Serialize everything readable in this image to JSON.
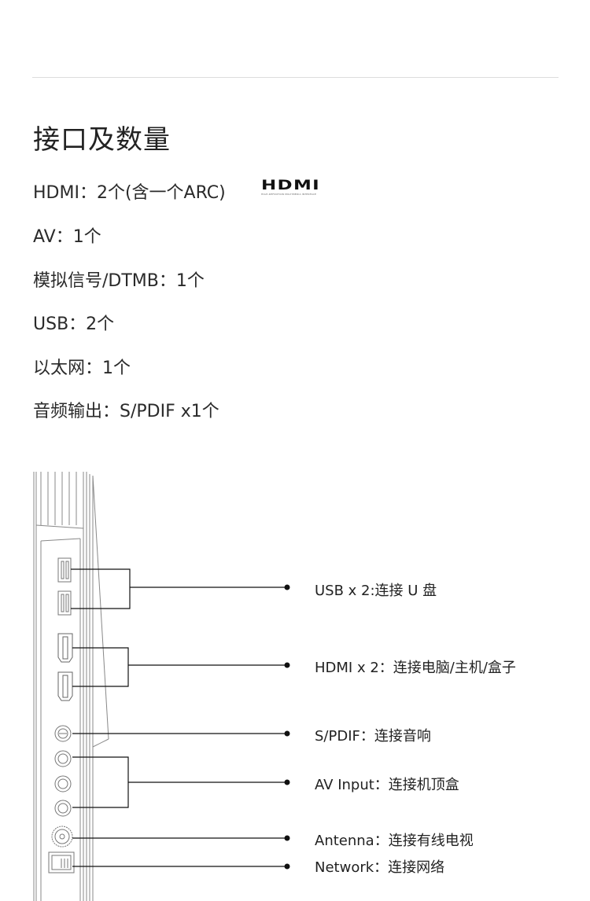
{
  "section": {
    "title": "接口及数量",
    "specs": [
      "HDMI：2个(含一个ARC)",
      "AV：1个",
      "模拟信号/DTMB：1个",
      "USB：2个",
      "以太网：1个",
      "音频输出：S/PDIF x1个"
    ],
    "hdmi_logo_text": "HDMI",
    "hdmi_logo_tagline": "HIGH-DEFINITION MULTIMEDIA INTERFACE"
  },
  "diagram": {
    "labels": [
      "USB x 2:连接 U 盘",
      "HDMI x 2：连接电脑/主机/盒子",
      "S/PDIF：连接音响",
      "AV Input：连接机顶盒",
      "Antenna：连接有线电视",
      "Network：连接网络"
    ]
  }
}
